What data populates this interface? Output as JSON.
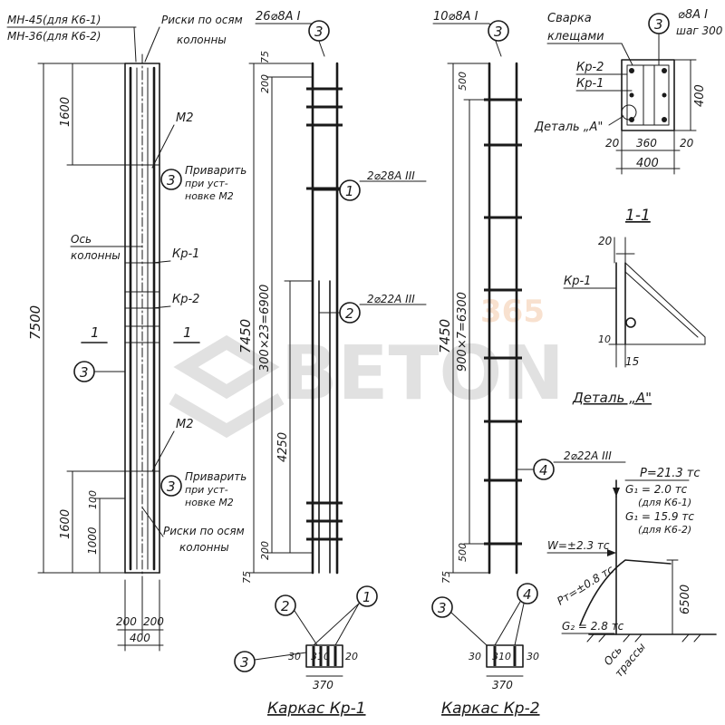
{
  "column": {
    "mark_top_1": "МН-45(для К6-1)",
    "mark_top_2": "МН-36(для К6-2)",
    "axis_marks_top_1": "Риски по осям",
    "axis_marks_top_2": "колонны",
    "label_m2_top": "М2",
    "label_m2_bottom": "М2",
    "weld_top_1": "Приварить",
    "weld_top_2": "при уст-",
    "weld_top_3": "новке М2",
    "weld_bottom_1": "Приварить",
    "weld_bottom_2": "при уст-",
    "weld_bottom_3": "новке М2",
    "axis_label_1": "Ось",
    "axis_label_2": "колонны",
    "kr1": "Кр-1",
    "kr2": "Кр-2",
    "section_mark_left": "1",
    "section_mark_right": "1",
    "axis_marks_bottom_1": "Риски по осям",
    "axis_marks_bottom_2": "колонны",
    "dim_total": "7500",
    "dim_1600_top": "1600",
    "dim_1600_bottom": "1600",
    "dim_1000": "1000",
    "dim_100": "100",
    "dim_200_left": "200",
    "dim_200_right": "200",
    "dim_400": "400"
  },
  "kr1": {
    "title": "Каркас Кр-1",
    "top_bars": "26⌀8А I",
    "dim_total": "7450",
    "dim_spacing": "300×23=6900",
    "dim_4250": "4250",
    "dim_75_top": "75",
    "dim_200_top": "200",
    "dim_200_bottom": "200",
    "dim_75_bottom": "75",
    "bar_1": "2⌀28А III",
    "bar_2": "2⌀22А III",
    "sec_30": "30",
    "sec_310": "310",
    "sec_20": "20",
    "sec_370": "370"
  },
  "kr2": {
    "title": "Каркас Кр-2",
    "top_bars": "10⌀8А I",
    "dim_total": "7450",
    "dim_spacing": "900×7=6300",
    "dim_500_top": "500",
    "dim_500_bottom": "500",
    "dim_75": "75",
    "bar_4": "2⌀22А III",
    "sec_30_left": "30",
    "sec_310": "310",
    "sec_30_right": "30",
    "sec_370": "370"
  },
  "cross_section": {
    "weld": "Сварка",
    "weld_2": "клещами",
    "stirrup": "⌀8А I",
    "stirrup_step": "шаг 300",
    "kr2": "Кр-2",
    "kr1": "Кр-1",
    "detail_a": "Деталь „А\"",
    "dim_20_left": "20",
    "dim_360": "360",
    "dim_20_right": "20",
    "dim_400_bottom": "400",
    "dim_400_side": "400"
  },
  "section_1_1": {
    "title": "1-1",
    "kr1": "Кр-1",
    "dim_20": "20",
    "dim_10": "10",
    "dim_15": "15",
    "detail_title": "Деталь „А\""
  },
  "loads": {
    "p": "P=21.3 тс",
    "g1": "G₁ = 2.0 тс",
    "g1_note": "(для К6-1)",
    "g1b": "G₁ = 15.9 тс",
    "g1b_note": "(для К6-2)",
    "w": "W=±2.3 тс",
    "pt": "Рт=±0.8 тс",
    "g2": "G₂ = 2.8 тс",
    "height": "6500",
    "track_axis_1": "Ось",
    "track_axis_2": "трассы"
  },
  "bubbles": {
    "b3": "3",
    "b1": "1",
    "b2": "2",
    "b4": "4"
  },
  "watermark": {
    "brand": "BETON",
    "number": "365",
    "colors": {
      "grey": "#c9c9c9",
      "orange": "#f4c9a8"
    }
  }
}
